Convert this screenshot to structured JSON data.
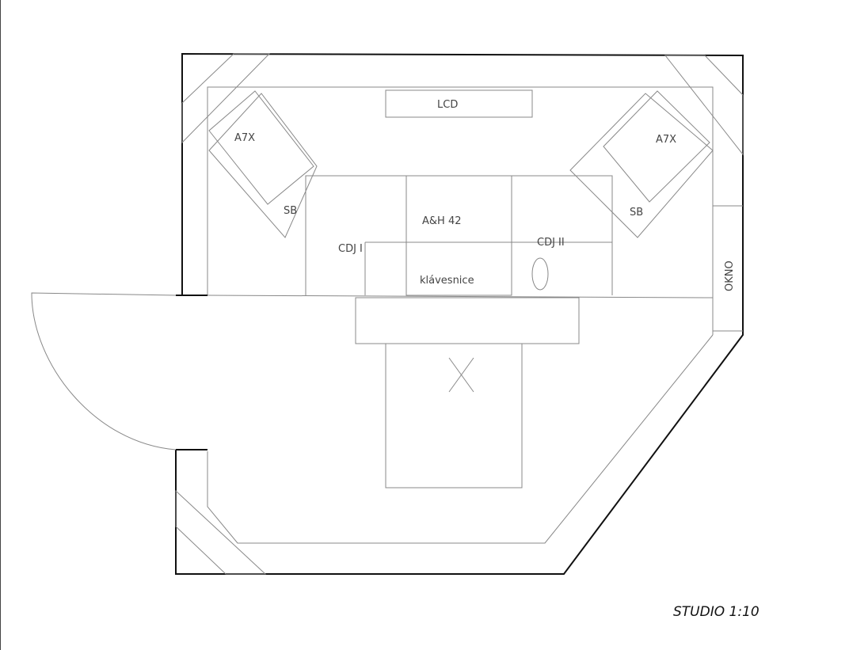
{
  "labels": {
    "lcd": "LCD",
    "speaker_left": "A7X",
    "speaker_right": "A7X",
    "stand_left": "SB",
    "stand_right": "SB",
    "mixer": "A&H 42",
    "cdj_left": "CDJ I",
    "cdj_right": "CDJ II",
    "keyboard": "klávesnice",
    "window": "OKNO",
    "title": "STUDIO 1:10"
  }
}
